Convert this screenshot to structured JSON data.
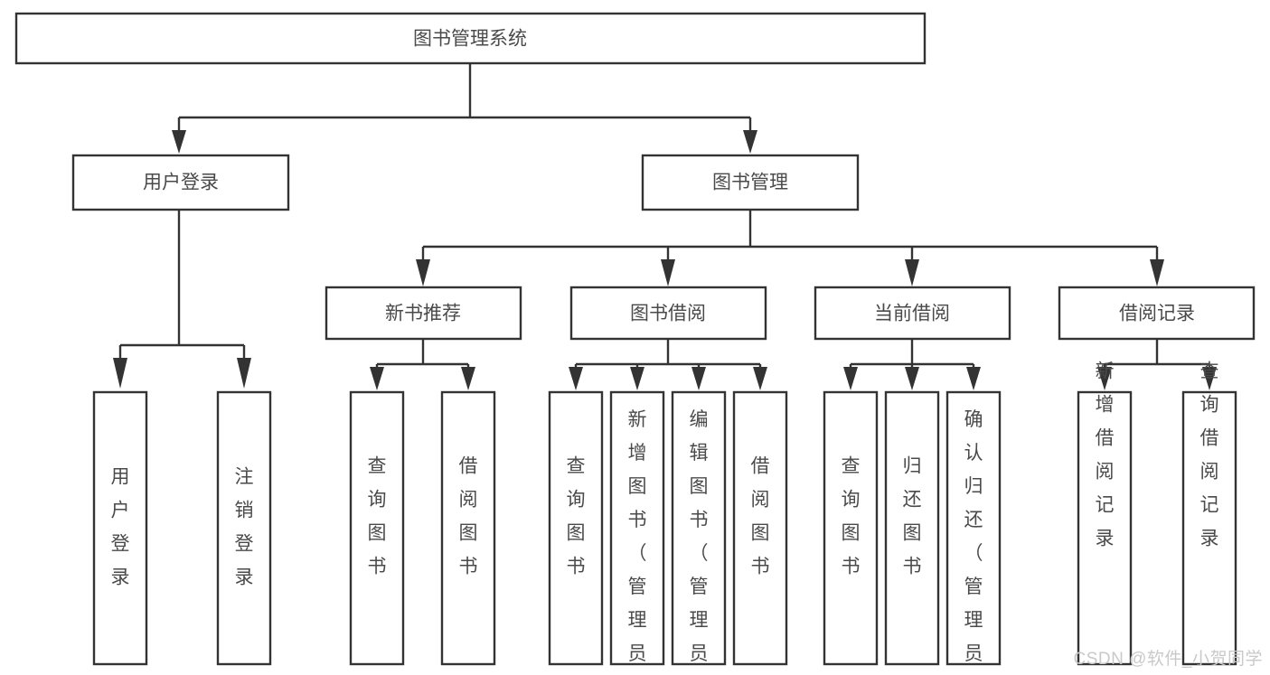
{
  "diagram": {
    "type": "tree-hierarchy",
    "title": "图书管理系统",
    "watermark": "CSDN @软件_小贺同学",
    "colors": {
      "box_stroke": "#333333",
      "box_fill": "#ffffff",
      "text": "#4a4a4a",
      "connector": "#333333",
      "background": "#ffffff",
      "watermark": "#c9c9c9"
    },
    "root": {
      "label": "图书管理系统"
    },
    "level2": [
      {
        "label": "用户登录"
      },
      {
        "label": "图书管理"
      }
    ],
    "level3": [
      {
        "label": "新书推荐"
      },
      {
        "label": "图书借阅"
      },
      {
        "label": "当前借阅"
      },
      {
        "label": "借阅记录"
      }
    ],
    "leaves": {
      "user_login": [
        {
          "label": "用户登录"
        },
        {
          "label": "注销登录"
        }
      ],
      "new_book_recommend": [
        {
          "label": "查询图书"
        },
        {
          "label": "借阅图书"
        }
      ],
      "book_borrow": [
        {
          "label": "查询图书"
        },
        {
          "label": "新增图书（管理员）"
        },
        {
          "label": "编辑图书（管理员）"
        },
        {
          "label": "借阅图书"
        }
      ],
      "current_borrow": [
        {
          "label": "查询图书"
        },
        {
          "label": "归还图书"
        },
        {
          "label": "确认归还（管理员）"
        }
      ],
      "borrow_records": [
        {
          "label": "新增借阅记录"
        },
        {
          "label": "查询借阅记录"
        }
      ]
    }
  }
}
